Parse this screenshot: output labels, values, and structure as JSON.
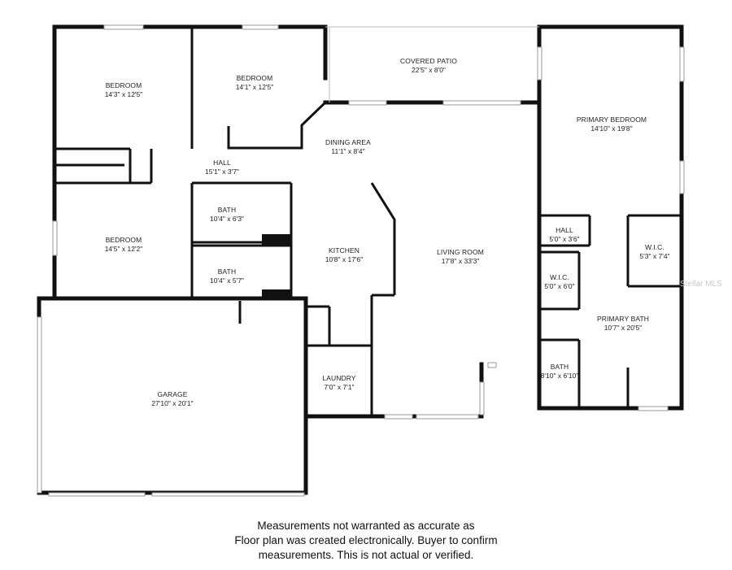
{
  "rooms": [
    {
      "id": "bedroom-1",
      "name": "BEDROOM",
      "dims": "14'3\" x 12'5\""
    },
    {
      "id": "bedroom-2",
      "name": "BEDROOM",
      "dims": "14'1\" x 12'5\""
    },
    {
      "id": "covered-patio",
      "name": "COVERED PATIO",
      "dims": "22'5\" x 8'0\""
    },
    {
      "id": "primary-bedroom",
      "name": "PRIMARY BEDROOM",
      "dims": "14'10\" x 19'8\""
    },
    {
      "id": "dining-area",
      "name": "DINING AREA",
      "dims": "11'1\" x 8'4\""
    },
    {
      "id": "hall-main",
      "name": "HALL",
      "dims": "15'1\" x 3'7\""
    },
    {
      "id": "bath-1",
      "name": "BATH",
      "dims": "10'4\" x 6'3\""
    },
    {
      "id": "bedroom-3",
      "name": "BEDROOM",
      "dims": "14'5\" x 12'2\""
    },
    {
      "id": "kitchen",
      "name": "KITCHEN",
      "dims": "10'8\" x 17'6\""
    },
    {
      "id": "living-room",
      "name": "LIVING ROOM",
      "dims": "17'8\" x 33'3\""
    },
    {
      "id": "bath-2",
      "name": "BATH",
      "dims": "10'4\" x 5'7\""
    },
    {
      "id": "hall-primary",
      "name": "HALL",
      "dims": "5'0\" x 3'6\""
    },
    {
      "id": "wic-1",
      "name": "W.I.C.",
      "dims": "5'3\" x 7'4\""
    },
    {
      "id": "wic-2",
      "name": "W.I.C.",
      "dims": "5'0\" x 6'0\""
    },
    {
      "id": "primary-bath",
      "name": "PRIMARY BATH",
      "dims": "10'7\" x 20'5\""
    },
    {
      "id": "bath-3",
      "name": "BATH",
      "dims": "8'10\" x 6'10\""
    },
    {
      "id": "laundry",
      "name": "LAUNDRY",
      "dims": "7'0\" x 7'1\""
    },
    {
      "id": "garage",
      "name": "GARAGE",
      "dims": "27'10\" x 20'1\""
    }
  ],
  "footer": {
    "line1": "Measurements not warranted as accurate as",
    "line2": "Floor plan was created electronically.  Buyer to confirm",
    "line3": "measurements. This is not actual or verified."
  },
  "watermark": "Stellar MLS",
  "colors": {
    "wall": "#111111",
    "window": "#bdbdbd",
    "background": "#ffffff"
  }
}
